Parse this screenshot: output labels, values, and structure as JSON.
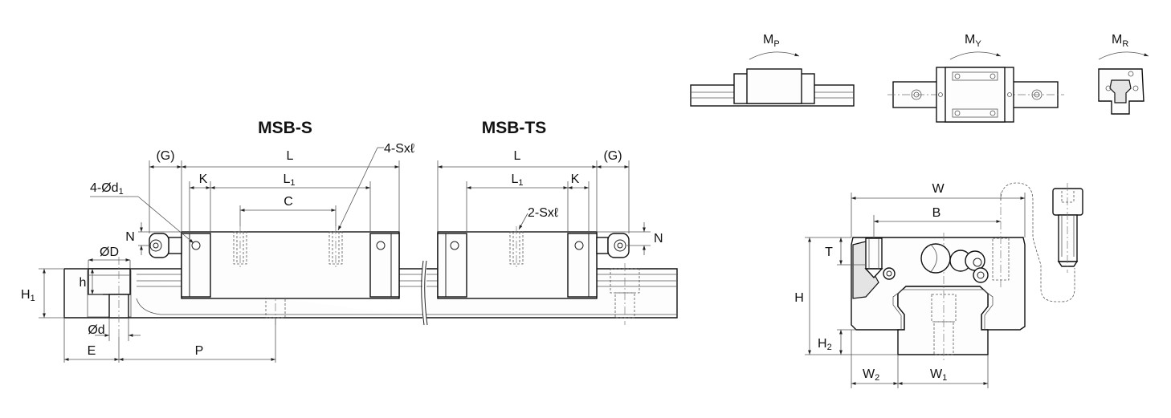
{
  "titles": {
    "left": "MSB-S",
    "right": "MSB-TS"
  },
  "moments": {
    "pitch": {
      "main": "M",
      "sub": "P"
    },
    "yaw": {
      "main": "M",
      "sub": "Y"
    },
    "roll": {
      "main": "M",
      "sub": "R"
    }
  },
  "labels": {
    "G_left": "(G)",
    "G_right": "(G)",
    "L_left": "L",
    "L_right": "L",
    "L1": {
      "main": "L",
      "sub": "1"
    },
    "K": "K",
    "C": "C",
    "holes4": {
      "main": "4-Ød",
      "sub": "1"
    },
    "tap4": "4-Sxℓ",
    "tap2": "2-Sxℓ",
    "N": "N",
    "phiD": "ØD",
    "h": "h",
    "H1": {
      "main": "H",
      "sub": "1"
    },
    "phid": "Ød",
    "E": "E",
    "P": "P",
    "W": "W",
    "B": "B",
    "T": "T",
    "H": "H",
    "H2": {
      "main": "H",
      "sub": "2"
    },
    "W1": {
      "main": "W",
      "sub": "1"
    },
    "W2": {
      "main": "W",
      "sub": "2"
    }
  }
}
